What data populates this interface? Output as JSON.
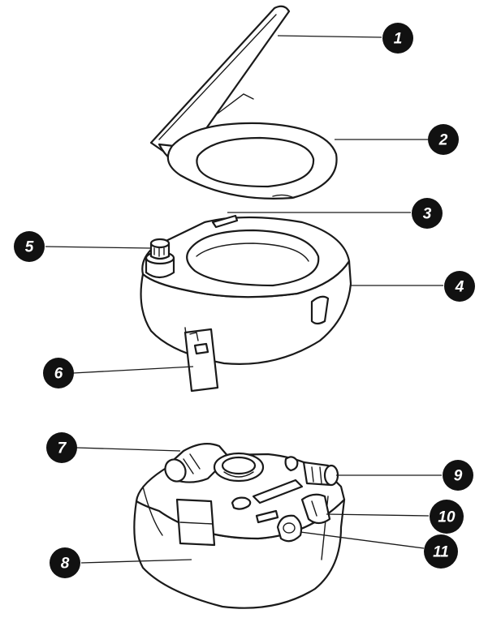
{
  "callouts": [
    {
      "label": "1"
    },
    {
      "label": "2"
    },
    {
      "label": "3"
    },
    {
      "label": "4"
    },
    {
      "label": "5"
    },
    {
      "label": "6"
    },
    {
      "label": "7"
    },
    {
      "label": "8"
    },
    {
      "label": "9"
    },
    {
      "label": "10"
    },
    {
      "label": "11"
    }
  ],
  "colors": {
    "line": "#1a1a1a",
    "callout": "#111111",
    "background": "#ffffff"
  }
}
